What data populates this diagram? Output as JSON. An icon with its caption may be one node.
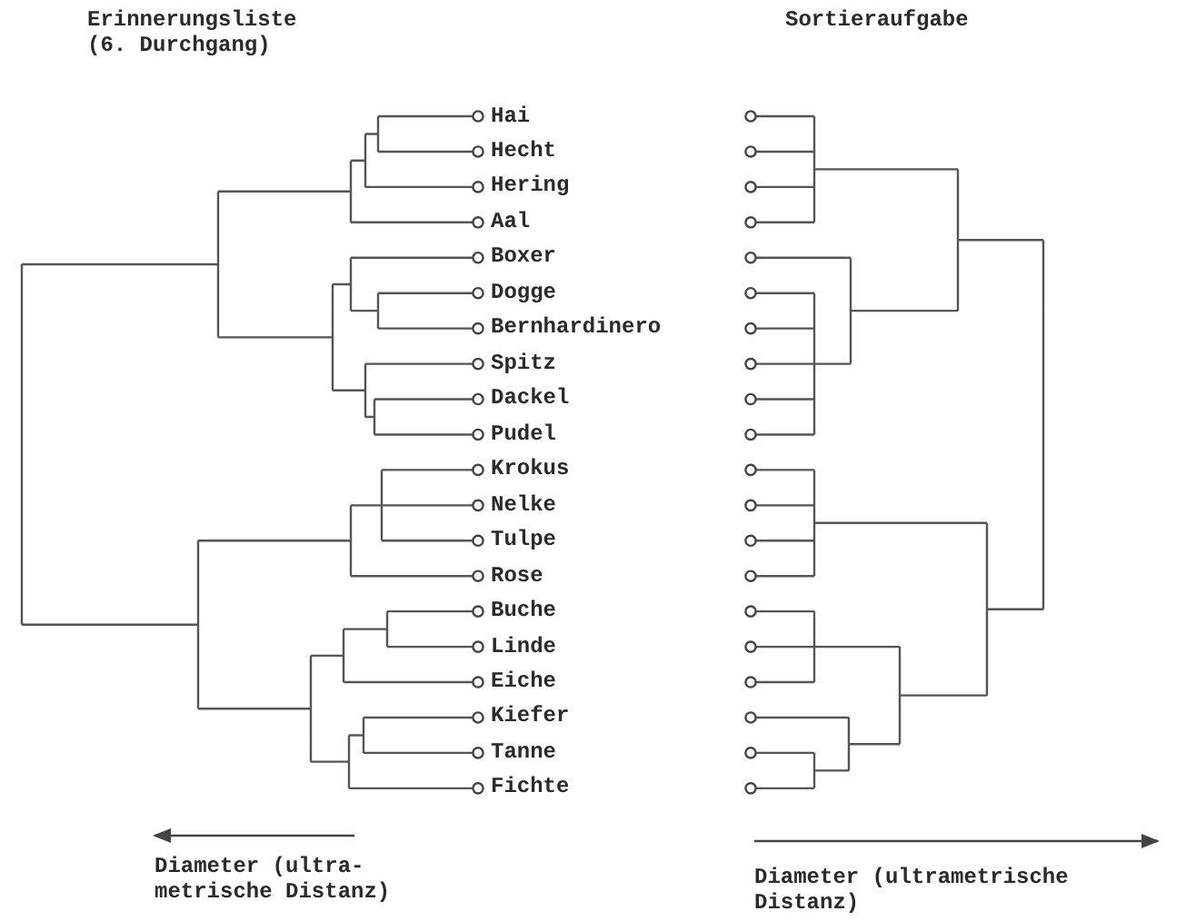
{
  "diagram": {
    "labels": [
      "Erinnerungsliste (6. Durchgang)",
      "Sortieraufgabe",
      "Hai",
      "Hecht",
      "Hering",
      "Aal",
      "Boxer",
      "Dogge",
      "Bernhardinero",
      "Spitz",
      "Dackel",
      "Pudel",
      "Krokus",
      "Nelke",
      "Tulpe",
      "Rose",
      "Buche",
      "Linde",
      "Eiche",
      "Kiefer",
      "Tanne",
      "Fichte",
      "Diameter (ultra-metrische Distanz)",
      "Diameter (ultrametrische Distanz)"
    ]
  }
}
